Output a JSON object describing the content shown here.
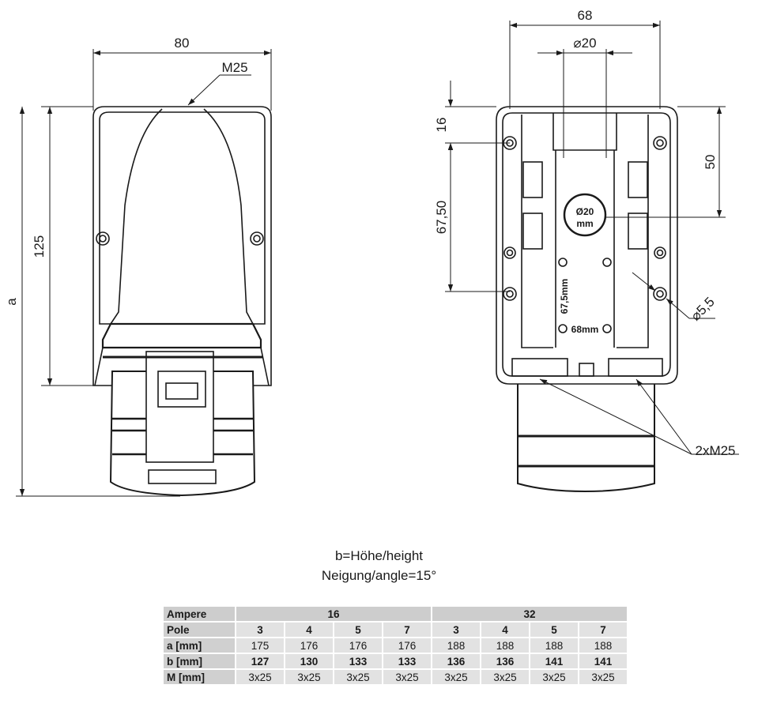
{
  "left_view": {
    "dim_width": "80",
    "dim_thread": "M25",
    "dim_height": "125",
    "dim_total": "a"
  },
  "right_view": {
    "dim_width": "68",
    "dim_diameter": "⌀20",
    "dim_top": "16",
    "dim_spacing": "67,50",
    "dim_right": "50",
    "dim_hole": "⌀5,5",
    "dim_glands": "2xM25",
    "emboss_diameter_1": "Ø20",
    "emboss_diameter_2": "mm",
    "emboss_vertical": "67,5mm",
    "emboss_horizontal": "68mm"
  },
  "caption": {
    "line1": "b=Höhe/height",
    "line2": "Neigung/angle=15°"
  },
  "table": {
    "header": {
      "label": "Ampere",
      "groups": [
        "16",
        "32"
      ]
    },
    "rows": [
      {
        "label": "Pole",
        "values": [
          "3",
          "4",
          "5",
          "7",
          "3",
          "4",
          "5",
          "7"
        ]
      },
      {
        "label": "a [mm]",
        "values": [
          "175",
          "176",
          "176",
          "176",
          "188",
          "188",
          "188",
          "188"
        ]
      },
      {
        "label": "b [mm]",
        "values": [
          "127",
          "130",
          "133",
          "133",
          "136",
          "136",
          "141",
          "141"
        ]
      },
      {
        "label": "M [mm]",
        "values": [
          "3x25",
          "3x25",
          "3x25",
          "3x25",
          "3x25",
          "3x25",
          "3x25",
          "3x25"
        ]
      }
    ]
  },
  "colors": {
    "line": "#1a1a1a",
    "table_cell": "#e2e2e2",
    "table_header": "#cdcdcd"
  }
}
